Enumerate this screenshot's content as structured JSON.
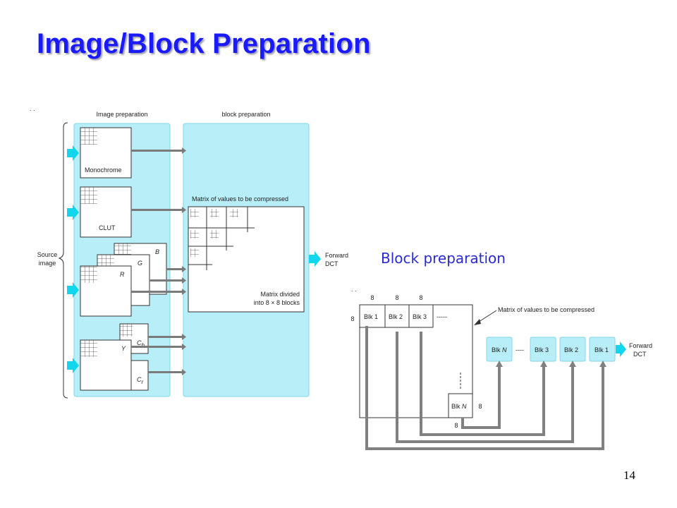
{
  "slide": {
    "title": "Image/Block Preparation",
    "caption": "Block preparation",
    "page_number": "14"
  },
  "left_diagram": {
    "image_preparation_label": "Image preparation",
    "block_preparation_label": "block preparation",
    "source_label_line1": "Source",
    "source_label_line2": "image",
    "monochrome_label": "Monochrome",
    "clut_label": "CLUT",
    "b_label": "B",
    "g_label": "G",
    "r_label": "R",
    "y_label": "Y",
    "cb_main": "C",
    "cb_sub": "b",
    "cr_main": "C",
    "cr_sub": "r",
    "matrix_label": "Matrix of values to be compressed",
    "divided_line1": "Matrix divided",
    "divided_line2": "into 8 × 8 blocks",
    "forward_line1": "Forward",
    "forward_line2": "DCT"
  },
  "right_diagram": {
    "dim_8": "8",
    "blk1": "Blk 1",
    "blk2": "Blk 2",
    "blk3": "Blk 3",
    "blkn_prefix": "Blk ",
    "blkn_italic": "N",
    "dashes": "-----",
    "short_dashes": "----",
    "matrix_label": "Matrix of values to be compressed",
    "forward_line1": "Forward",
    "forward_line2": "DCT"
  },
  "colors": {
    "title": "#1a1aff",
    "panel_fill": "#b8eef8",
    "panel_stroke": "#7fd6e8",
    "arrow_cyan": "#11d6ee",
    "connector_gray": "#808080"
  }
}
